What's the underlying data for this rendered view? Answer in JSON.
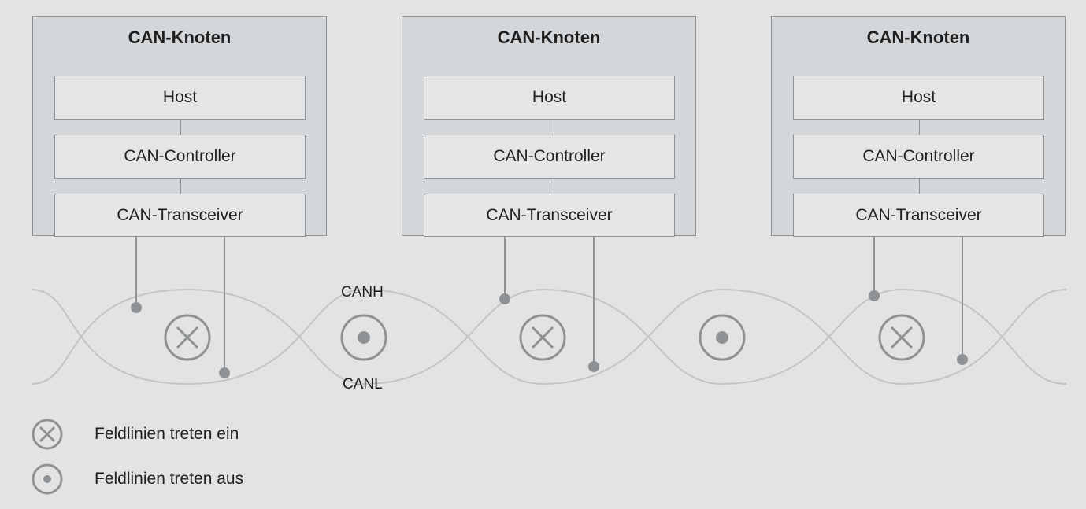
{
  "nodes": [
    {
      "title": "CAN-Knoten",
      "layers": [
        "Host",
        "CAN-Controller",
        "CAN-Transceiver"
      ]
    },
    {
      "title": "CAN-Knoten",
      "layers": [
        "Host",
        "CAN-Controller",
        "CAN-Transceiver"
      ]
    },
    {
      "title": "CAN-Knoten",
      "layers": [
        "Host",
        "CAN-Controller",
        "CAN-Transceiver"
      ]
    }
  ],
  "bus": {
    "high_label": "CANH",
    "low_label": "CANL"
  },
  "field_symbols": [
    "in",
    "out",
    "in",
    "out",
    "in"
  ],
  "legend": [
    {
      "icon": "field-into-page-icon",
      "label": "Feldlinien treten ein"
    },
    {
      "icon": "field-out-of-page-icon",
      "label": "Feldlinien treten aus"
    }
  ],
  "colors": {
    "background": "#e3e3e3",
    "node_fill": "#d4d7da",
    "layer_fill": "#e5e5e5",
    "wire": "#c2c4c6",
    "dot": "#8e9295"
  }
}
